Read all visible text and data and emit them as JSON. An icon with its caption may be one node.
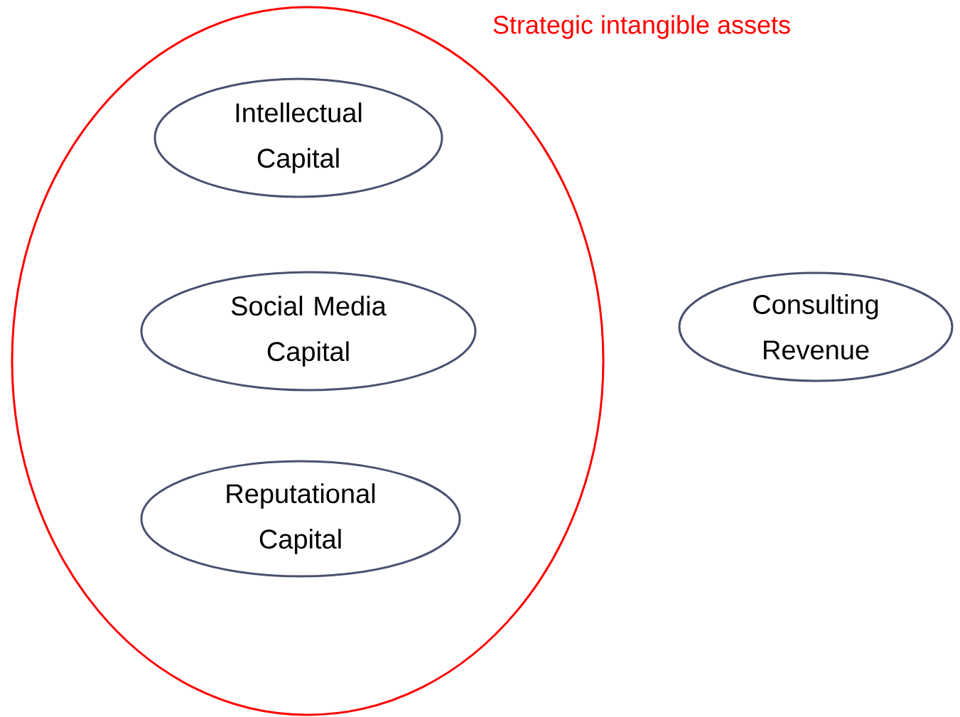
{
  "diagram": {
    "nodes": [
      {
        "text": [
          "Strategic intangible assets"
        ]
      },
      {
        "text": [
          "Intellectual Capital"
        ],
        "in": 0
      },
      {
        "text": [
          "Social Media Capital"
        ],
        "in": 0
      },
      {
        "text": [
          "Reputational Capital"
        ],
        "in": 0
      },
      {
        "text": [
          "Consulting Revenue"
        ]
      }
    ]
  }
}
